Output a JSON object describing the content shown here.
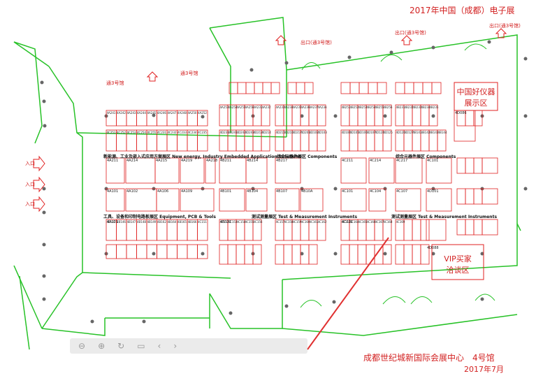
{
  "title": "2017年中国（成都）电子展",
  "venue": "成都世纪城新国际会展中心　4号馆",
  "date": "2017年7月",
  "zones": {
    "instrument_zone": [
      "中国好仪器",
      "展示区"
    ],
    "vip_zone": [
      "VIP买家",
      "洽谈区"
    ]
  },
  "entrances": [
    {
      "label": "入口"
    },
    {
      "label": "入口"
    },
    {
      "label": "入口"
    }
  ],
  "exits": [
    {
      "label": "出口(通3号馆)"
    },
    {
      "label": "出口(通3号馆)"
    },
    {
      "label": "出口(通3号馆)"
    }
  ],
  "passages": [
    {
      "label": "通3号馆"
    },
    {
      "label": "通3号馆"
    }
  ],
  "sections": [
    {
      "label": "新能源、工业及嵌入式应用方案展区 New energy, Industry Embedded Application Solutions"
    },
    {
      "label": "综合元器件展区 Components"
    },
    {
      "label": "综合元器件展区 Components"
    },
    {
      "label": "工具、设备和印制电路板展区 Equipment, PCB & Tools"
    },
    {
      "label": "测试测量展区 Test & Measurement Instruments"
    },
    {
      "label": "测试测量展区 Test & Measurement Instruments"
    }
  ],
  "booths": {
    "large": [
      "4A211",
      "4A214",
      "4A215",
      "4A219",
      "4A218",
      "4B211",
      "4B214",
      "4B217",
      "4C211",
      "4C214",
      "4C217",
      "4C101",
      "4A101",
      "4A102",
      "4A106",
      "4A109",
      "4B101",
      "4B104",
      "4B107",
      "4B10A",
      "4C101",
      "4C104",
      "4C107",
      "4D101",
      "4A121",
      "4B121",
      "4C121",
      "4D088",
      "4D086"
    ],
    "small": [
      "4A241",
      "4A242",
      "4A243",
      "4A244",
      "4A245",
      "4A246",
      "4A247",
      "4A248",
      "4A250",
      "4A252",
      "4A253",
      "4A254",
      "4A255",
      "4A256",
      "4A231",
      "4A232",
      "4A233",
      "4A234",
      "4A235",
      "4A236",
      "4A237",
      "4A23A",
      "4B251",
      "4B252",
      "4B253",
      "4B254",
      "4B255",
      "4B256",
      "4B231",
      "4B232",
      "4B233",
      "4B234",
      "4B235",
      "4C251",
      "4C252",
      "4C253",
      "4C254",
      "4C255",
      "4C231",
      "4C232",
      "4C233",
      "4C234",
      "4C235",
      "4D231",
      "4D241",
      "4D242",
      "4D243",
      "4D213",
      "4D214",
      "4D215",
      "4D216",
      "4D217",
      "4D201",
      "4D102",
      "4D103",
      "4D104",
      "4D105",
      "4D106",
      "4D107",
      "4D124",
      "4D125",
      "4D126",
      "4D127",
      "4B141",
      "4B142",
      "4B143",
      "4B144",
      "4B145",
      "4B146",
      "4B147",
      "4B148",
      "4B149",
      "4B162",
      "4B164",
      "4B165",
      "4B166",
      "4C151",
      "4C152",
      "4C153",
      "4C154",
      "4C155",
      "4C156",
      "4C157",
      "4C158",
      "4C159",
      "4C160",
      "4C161",
      "4C162",
      "4C163",
      "4C164",
      "4C165",
      "4C166",
      "4C167",
      "4C168",
      "4C169"
    ]
  }
}
